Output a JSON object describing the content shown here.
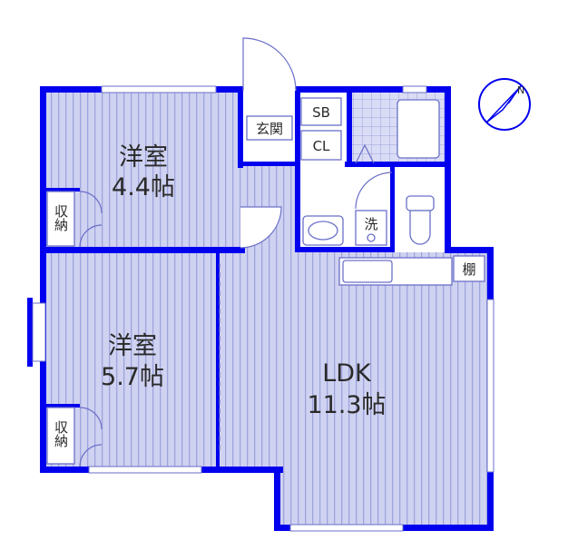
{
  "rooms": {
    "western1": {
      "name": "洋室",
      "size": "4.4帖"
    },
    "western2": {
      "name": "洋室",
      "size": "5.7帖"
    },
    "ldk": {
      "name": "LDK",
      "size": "11.3帖"
    }
  },
  "labels": {
    "storage_top": "収納",
    "storage_bottom": "収納",
    "entrance": "玄関",
    "shoe_box": "SB",
    "closet": "CL",
    "washer": "洗",
    "shelf": "棚"
  },
  "compass": {
    "mark": "N"
  },
  "colors": {
    "wall": "#0000ee",
    "floor": "#cfd2f0",
    "stripe": "#9fa4de",
    "line": "#6a6fc8"
  }
}
